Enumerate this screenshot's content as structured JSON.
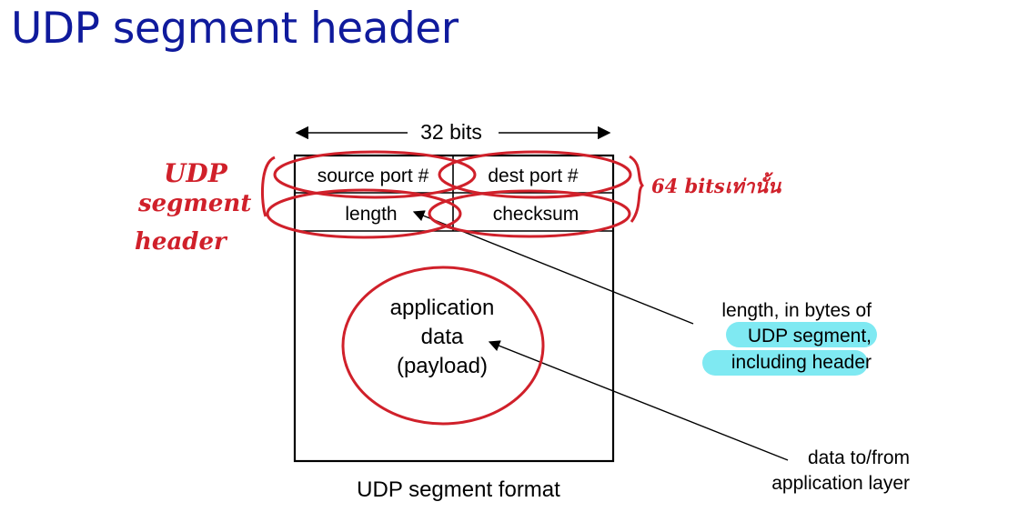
{
  "title": "UDP segment header",
  "bits_label": "32 bits",
  "fields": {
    "source_port": "source port #",
    "dest_port": "dest port #",
    "length": "length",
    "checksum": "checksum"
  },
  "payload_lines": [
    "application",
    "data",
    "(payload)"
  ],
  "caption": "UDP segment format",
  "length_note_lines": [
    "length, in bytes of",
    "UDP segment,",
    "including header"
  ],
  "data_note_lines": [
    "data to/from",
    "application layer"
  ],
  "handwritten_header_lines": [
    "UDP",
    "segment",
    "header"
  ],
  "handwritten_bits_note": "64 bitsเท่านั้น",
  "colors": {
    "title": "#0f1a9c",
    "annotation": "#d0202a",
    "highlight": "#7fe9f2",
    "ink": "#000000"
  }
}
